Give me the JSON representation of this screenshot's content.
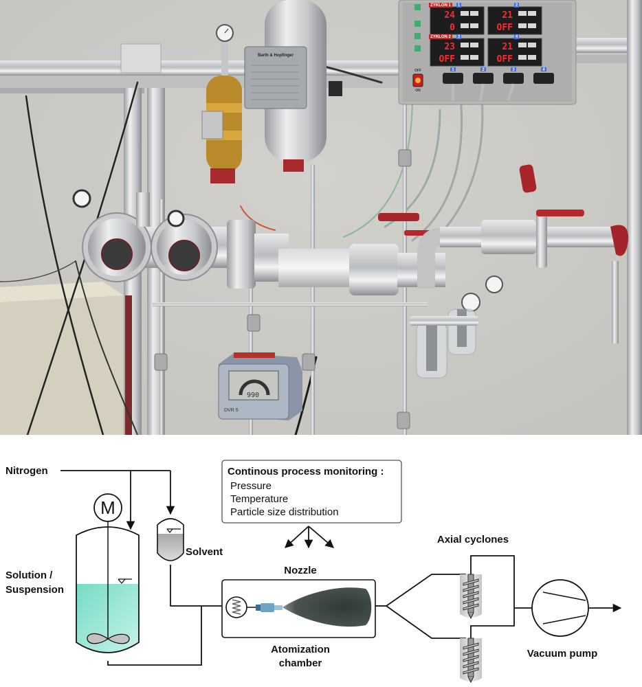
{
  "figure": {
    "panels": [
      "photograph",
      "process-flow-diagram"
    ]
  },
  "photo": {
    "control_panel": {
      "controllers": [
        {
          "label": "ZYKLON 1",
          "index": "1",
          "top_value": "24",
          "bottom_value": "0"
        },
        {
          "label": "",
          "index": "2",
          "top_value": "21",
          "bottom_value": "OFF"
        },
        {
          "label": "ZYKLON 2",
          "index": "3",
          "top_value": "23",
          "bottom_value": "OFF"
        },
        {
          "label": "",
          "index": "4",
          "top_value": "21",
          "bottom_value": "OFF"
        }
      ],
      "switch_labels": {
        "off": "OFF",
        "on": "ON"
      },
      "socket_indices": [
        "1",
        "2",
        "3",
        "4"
      ],
      "connector_indices": [
        "1",
        "2",
        "3",
        "4"
      ]
    },
    "pressure_display": {
      "model": "DVR 5",
      "reading": "990"
    },
    "tank_plate": {
      "maker": "Barth & Hopfinger"
    }
  },
  "diagram": {
    "nitrogen_label": "Nitrogen",
    "motor_label": "M",
    "vessel_label_line1": "Solution /",
    "vessel_label_line2": "Suspension",
    "solvent_label": "Solvent",
    "monitoring": {
      "title": "Continous process monitoring :",
      "items": [
        "Pressure",
        "Temperature",
        "Particle size distribution"
      ]
    },
    "nozzle_label": "Nozzle",
    "chamber_label_line1": "Atomization",
    "chamber_label_line2": "chamber",
    "cyclones_label": "Axial cyclones",
    "pump_label": "Vacuum pump",
    "colors": {
      "liquid": "#7fdfcc",
      "solvent": "#bdbdbd",
      "spray": "#3a4440",
      "line": "#111111"
    }
  }
}
